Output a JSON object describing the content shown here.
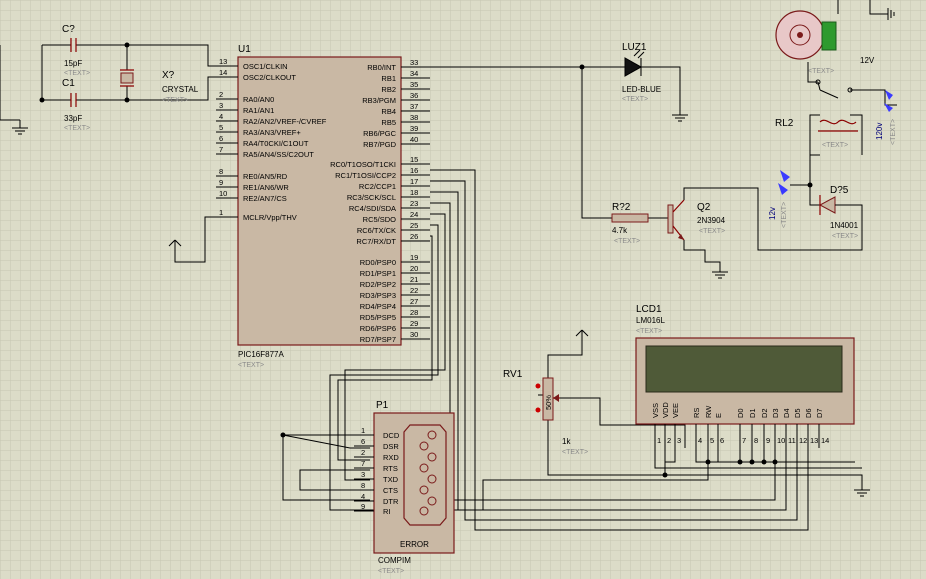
{
  "text_placeholder": "<TEXT>",
  "mcu": {
    "ref": "U1",
    "part": "PIC16F877A",
    "left_pins": [
      {
        "num": "13",
        "name": "OSC1/CLKIN"
      },
      {
        "num": "14",
        "name": "OSC2/CLKOUT"
      },
      {
        "num": "2",
        "name": "RA0/AN0"
      },
      {
        "num": "3",
        "name": "RA1/AN1"
      },
      {
        "num": "4",
        "name": "RA2/AN2/VREF-/CVREF"
      },
      {
        "num": "5",
        "name": "RA3/AN3/VREF+"
      },
      {
        "num": "6",
        "name": "RA4/T0CKI/C1OUT"
      },
      {
        "num": "7",
        "name": "RA5/AN4/SS/C2OUT"
      },
      {
        "num": "8",
        "name": "RE0/AN5/RD"
      },
      {
        "num": "9",
        "name": "RE1/AN6/WR"
      },
      {
        "num": "10",
        "name": "RE2/AN7/CS"
      },
      {
        "num": "1",
        "name": "MCLR/Vpp/THV"
      }
    ],
    "right_pins": [
      {
        "num": "33",
        "name": "RB0/INT"
      },
      {
        "num": "34",
        "name": "RB1"
      },
      {
        "num": "35",
        "name": "RB2"
      },
      {
        "num": "36",
        "name": "RB3/PGM"
      },
      {
        "num": "37",
        "name": "RB4"
      },
      {
        "num": "38",
        "name": "RB5"
      },
      {
        "num": "39",
        "name": "RB6/PGC"
      },
      {
        "num": "40",
        "name": "RB7/PGD"
      },
      {
        "num": "15",
        "name": "RC0/T1OSO/T1CKI"
      },
      {
        "num": "16",
        "name": "RC1/T1OSI/CCP2"
      },
      {
        "num": "17",
        "name": "RC2/CCP1"
      },
      {
        "num": "18",
        "name": "RC3/SCK/SCL"
      },
      {
        "num": "23",
        "name": "RC4/SDI/SDA"
      },
      {
        "num": "24",
        "name": "RC5/SDO"
      },
      {
        "num": "25",
        "name": "RC6/TX/CK"
      },
      {
        "num": "26",
        "name": "RC7/RX/DT"
      },
      {
        "num": "19",
        "name": "RD0/PSP0"
      },
      {
        "num": "20",
        "name": "RD1/PSP1"
      },
      {
        "num": "21",
        "name": "RD2/PSP2"
      },
      {
        "num": "22",
        "name": "RD3/PSP3"
      },
      {
        "num": "27",
        "name": "RD4/PSP4"
      },
      {
        "num": "28",
        "name": "RD5/PSP5"
      },
      {
        "num": "29",
        "name": "RD6/PSP6"
      },
      {
        "num": "30",
        "name": "RD7/PSP7"
      }
    ]
  },
  "c2": {
    "ref": "C?",
    "value": "15pF"
  },
  "c1": {
    "ref": "C1",
    "value": "33pF"
  },
  "crystal": {
    "ref": "X?",
    "value": "CRYSTAL"
  },
  "led": {
    "ref": "LUZ1",
    "value": "LED-BLUE"
  },
  "resistor": {
    "ref": "R?2",
    "value": "4.7k"
  },
  "transistor": {
    "ref": "Q2",
    "value": "2N3904"
  },
  "relay": {
    "ref": "RL2",
    "voltage": "12V"
  },
  "diode": {
    "ref": "D?5",
    "value": "1N4001"
  },
  "supply_12v": "12v",
  "supply_120v": "120v",
  "pot": {
    "ref": "RV1",
    "value": "1k",
    "pct": "50%"
  },
  "lcd": {
    "ref": "LCD1",
    "part": "LM016L",
    "pins": [
      {
        "num": "1",
        "name": "VSS"
      },
      {
        "num": "2",
        "name": "VDD"
      },
      {
        "num": "3",
        "name": "VEE"
      },
      {
        "num": "4",
        "name": "RS"
      },
      {
        "num": "5",
        "name": "RW"
      },
      {
        "num": "6",
        "name": "E"
      },
      {
        "num": "7",
        "name": "D0"
      },
      {
        "num": "8",
        "name": "D1"
      },
      {
        "num": "9",
        "name": "D2"
      },
      {
        "num": "10",
        "name": "D3"
      },
      {
        "num": "11",
        "name": "D4"
      },
      {
        "num": "12",
        "name": "D5"
      },
      {
        "num": "13",
        "name": "D6"
      },
      {
        "num": "14",
        "name": "D7"
      }
    ]
  },
  "compim": {
    "ref": "P1",
    "part": "COMPIM",
    "error": "ERROR",
    "pins": [
      {
        "num": "1",
        "name": "DCD"
      },
      {
        "num": "6",
        "name": "DSR"
      },
      {
        "num": "2",
        "name": "RXD"
      },
      {
        "num": "7",
        "name": "RTS"
      },
      {
        "num": "3",
        "name": "TXD"
      },
      {
        "num": "8",
        "name": "CTS"
      },
      {
        "num": "4",
        "name": "DTR"
      },
      {
        "num": "9",
        "name": "RI"
      }
    ]
  },
  "colors": {
    "background": "#dcdcc8",
    "component_body": "#c9b8a4",
    "component_outline": "#7a1a1a",
    "lcd_screen": "#4f5a38",
    "wire": "#000000"
  }
}
